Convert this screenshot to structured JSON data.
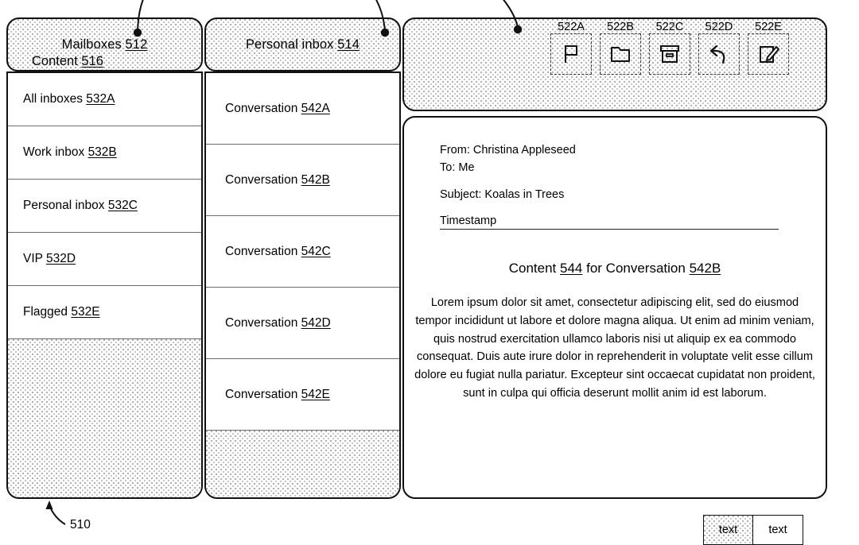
{
  "figure": {
    "device_ref": "510",
    "legend": {
      "shaded_label": "text",
      "plain_label": "text"
    }
  },
  "mailboxes_pane": {
    "header_label": "Mailboxes",
    "header_ref": "512",
    "items": [
      {
        "label": "All inboxes",
        "ref": "532A"
      },
      {
        "label": "Work inbox",
        "ref": "532B"
      },
      {
        "label": "Personal inbox",
        "ref": "532C"
      },
      {
        "label": "VIP",
        "ref": "532D"
      },
      {
        "label": "Flagged",
        "ref": "532E"
      }
    ]
  },
  "inbox_pane": {
    "header_label": "Personal inbox",
    "header_ref": "514",
    "items": [
      {
        "label": "Conversation",
        "ref": "542A"
      },
      {
        "label": "Conversation",
        "ref": "542B"
      },
      {
        "label": "Conversation",
        "ref": "542C"
      },
      {
        "label": "Conversation",
        "ref": "542D"
      },
      {
        "label": "Conversation",
        "ref": "542E"
      }
    ]
  },
  "content_pane": {
    "header_label": "Content",
    "header_ref": "516",
    "toolbar": [
      {
        "ref": "522A",
        "icon": "flag-icon"
      },
      {
        "ref": "522B",
        "icon": "folder-icon"
      },
      {
        "ref": "522C",
        "icon": "archive-icon"
      },
      {
        "ref": "522D",
        "icon": "reply-icon"
      },
      {
        "ref": "522E",
        "icon": "compose-icon"
      }
    ],
    "message": {
      "from": "From: Christina Appleseed",
      "to": "To: Me",
      "subject": "Subject: Koalas in Trees",
      "timestamp": "Timestamp",
      "title_prefix": "Content",
      "title_ref_content": "544",
      "title_middle": "for Conversation",
      "title_ref_conversation": "542B",
      "body": "Lorem ipsum dolor sit amet, consectetur adipiscing elit, sed do eiusmod tempor incididunt ut labore et dolore magna aliqua. Ut enim ad minim veniam, quis nostrud exercitation ullamco laboris nisi ut aliquip ex ea commodo consequat. Duis aute irure dolor in reprehenderit in voluptate velit esse cillum dolore eu fugiat nulla pariatur. Excepteur sint occaecat cupidatat non proident, sunt in culpa qui officia deserunt mollit anim id est laborum."
    }
  }
}
